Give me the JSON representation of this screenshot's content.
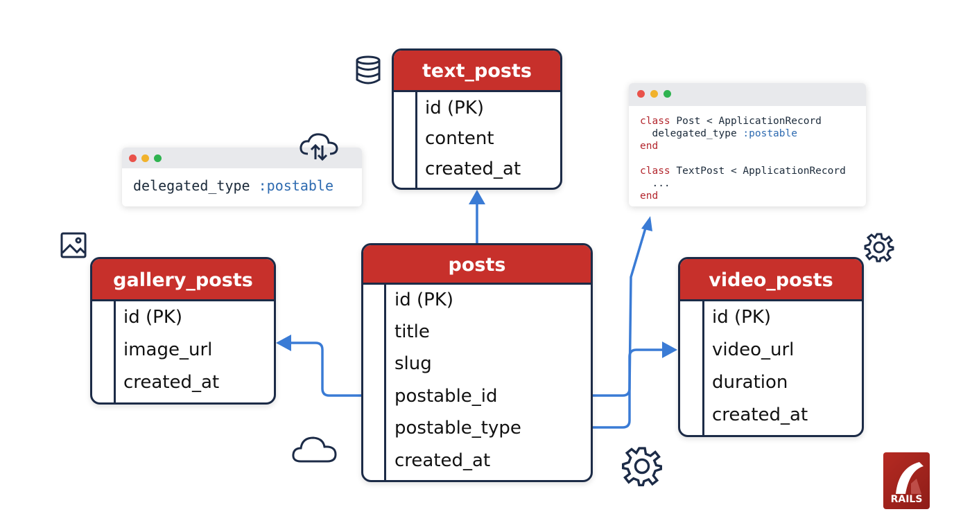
{
  "tables": {
    "text_posts": {
      "title": "text_posts",
      "rows": [
        "id (PK)",
        "content",
        "created_at"
      ]
    },
    "posts": {
      "title": "posts",
      "rows": [
        "id (PK)",
        "title",
        "slug",
        "postable_id",
        "postable_type",
        "created_at"
      ]
    },
    "gallery_posts": {
      "title": "gallery_posts",
      "rows": [
        "id (PK)",
        "image_url",
        "created_at"
      ]
    },
    "video_posts": {
      "title": "video_posts",
      "rows": [
        "id (PK)",
        "video_url",
        "duration",
        "created_at"
      ]
    }
  },
  "snippet": {
    "method": "delegated_type",
    "symbol": ":postable"
  },
  "code": {
    "l1_kw": "class",
    "l1": " Post < ApplicationRecord",
    "l2": "  delegated_type ",
    "l2_sym": ":postable",
    "l3_kw": "end",
    "l5_kw": "class",
    "l5": " TextPost < ApplicationRecord",
    "l6": "  ...",
    "l7_kw": "end"
  },
  "logo": {
    "text": "RAILS"
  },
  "colors": {
    "header": "#c7302b",
    "border": "#1c2b47",
    "arrow": "#3a7bd5"
  }
}
